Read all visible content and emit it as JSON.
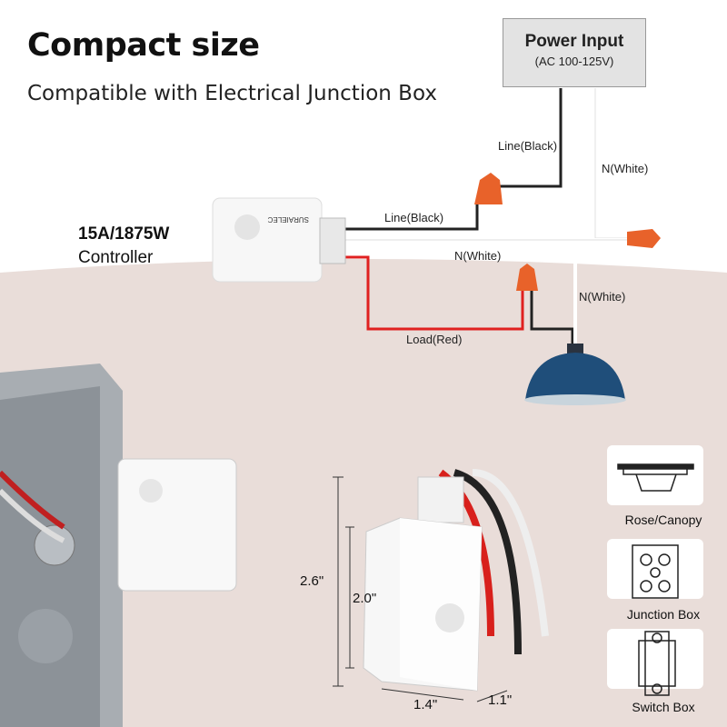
{
  "heading": {
    "title": "Compact size",
    "subtitle": "Compatible with Electrical Junction Box"
  },
  "power_input": {
    "title": "Power Input",
    "range": "(AC 100-125V)"
  },
  "controller": {
    "rating": "15A/1875W",
    "name": "Controller",
    "brand": "SURAIELEC"
  },
  "wire_labels": {
    "line_top": "Line(Black)",
    "line": "Line(Black)",
    "neutral_top": "N(White)",
    "neutral": "N(White)",
    "neutral_lamp": "N(White)",
    "load": "Load(Red)"
  },
  "compatibility": [
    {
      "label": "Rose/Canopy",
      "icon": "ceiling-canopy-icon"
    },
    {
      "label": "Junction Box",
      "icon": "junction-box-icon"
    },
    {
      "label": "Switch Box",
      "icon": "switch-box-icon"
    }
  ],
  "dimensions": {
    "height_total": "2.6\"",
    "height_body": "2.0\"",
    "width": "1.4\"",
    "depth": "1.1\""
  },
  "colors": {
    "background_lower": "#e9ddd9",
    "connector": "#e8622a",
    "load_wire": "#e02020",
    "lamp": "#1f4e7a"
  }
}
